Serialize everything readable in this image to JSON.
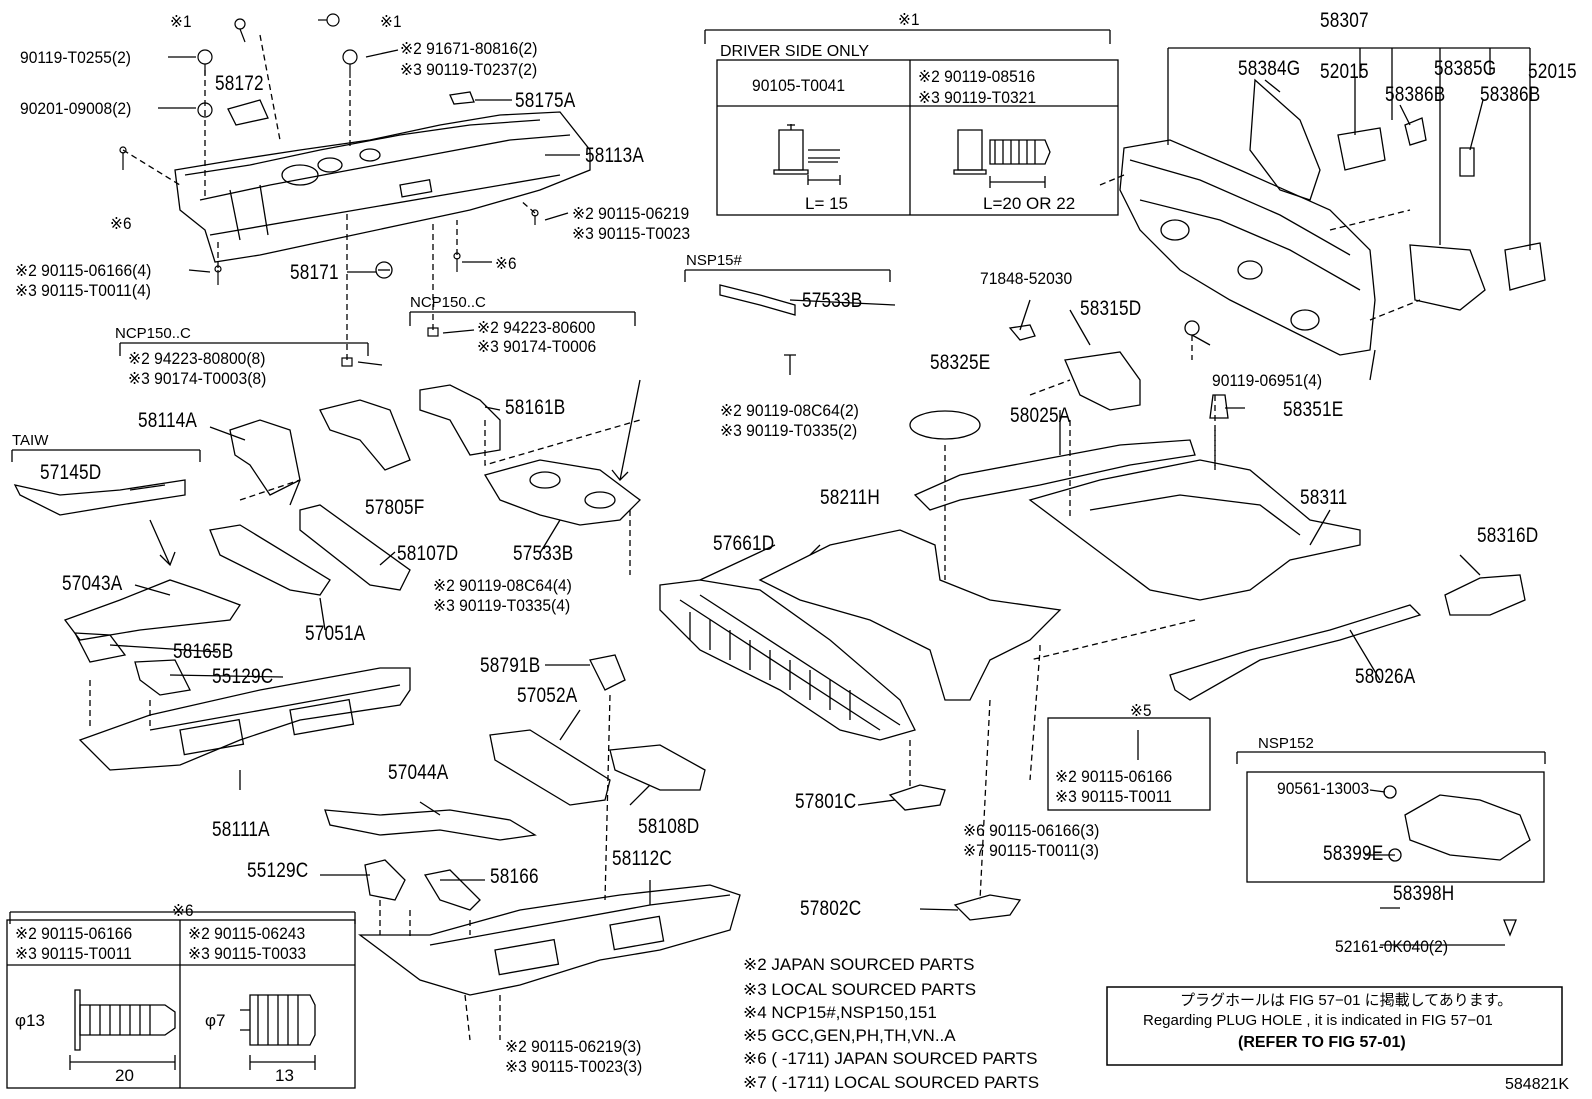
{
  "diagram_id": "584821K",
  "part_labels": {
    "p58307": "58307",
    "p58384G": "58384G",
    "p52015a": "52015",
    "p58385G": "58385G",
    "p52015b": "52015",
    "p58386Ba": "58386B",
    "p58386Bb": "58386B",
    "p58172": "58172",
    "p58175A": "58175A",
    "p58113A": "58113A",
    "p58171": "58171",
    "p57533Ba": "57533B",
    "p57533Bb": "57533B",
    "p58315D": "58315D",
    "p58325E": "58325E",
    "p58025A": "58025A",
    "p58351E": "58351E",
    "p58161B": "58161B",
    "p58114A": "58114A",
    "p57805F": "57805F",
    "p57145D": "57145D",
    "p58107D": "58107D",
    "p57043A": "57043A",
    "p57051A": "57051A",
    "p58165B": "58165B",
    "p55129Ca": "55129C",
    "p58211H": "58211H",
    "p57661D": "57661D",
    "p58311": "58311",
    "p58316D": "58316D",
    "p58026A": "58026A",
    "p58791B": "58791B",
    "p57052A": "57052A",
    "p57044A": "57044A",
    "p58108D": "58108D",
    "p58111A": "58111A",
    "p57801C": "57801C",
    "p55129Cb": "55129C",
    "p58166": "58166",
    "p58112C": "58112C",
    "p57802C": "57802C",
    "p58399E": "58399E",
    "p58398H": "58398H"
  },
  "fastener_labels": {
    "f1a": "※1",
    "f1b": "※1",
    "f90119T0255": "90119-T0255(2)",
    "f90201": "90201-09008(2)",
    "f91671": "※2 91671-80816(2)",
    "f90119T0237": "※3 90119-T0237(2)",
    "f6a": "※6",
    "f90115_06219": "※2 90115-06219",
    "f90115_T0023": "※3 90115-T0023",
    "f90115_06166_4": "※2 90115-06166(4)",
    "f90115_T0011_4": "※3 90115-T0011(4)",
    "f6b": "※6",
    "f94223_80600": "※2 94223-80600",
    "f90174_T0006": "※3 90174-T0006",
    "f94223_80800": "※2 94223-80800(8)",
    "f90174_T0003": "※3 90174-T0003(8)",
    "f90119_08C64_2": "※2 90119-08C64(2)",
    "f90119_T0335_2": "※3 90119-T0335(2)",
    "f71848": "71848-52030",
    "f90119_06951": "90119-06951(4)",
    "f90119_08C64_4": "※2 90119-08C64(4)",
    "f90119_T0335_4": "※3 90119-T0335(4)",
    "f5": "※5",
    "f90115_06166": "※2 90115-06166",
    "f90115_T0011": "※3 90115-T0011",
    "f6_90115_06166_3": "※6 90115-06166(3)",
    "f7_90115_T0011_3": "※7 90115-T0011(3)",
    "f90561": "90561-13003",
    "f52161": "52161-0K040(2)",
    "f90115_06219_3": "※2 90115-06219(3)",
    "f90115_T0023_3": "※3 90115-T0023(3)"
  },
  "group_labels": {
    "ncp150c_a": "NCP150..C",
    "ncp150c_b": "NCP150..C",
    "nsp15": "NSP15#",
    "taiw": "TAIW",
    "nsp152": "NSP152",
    "star1_top": "※1",
    "star6_bottom": "※6"
  },
  "bolt_table": {
    "title": "DRIVER SIDE ONLY",
    "col1_code": "90105-T0041",
    "col2_code_a": "※2 90119-08516",
    "col2_code_b": "※3 90119-T0321",
    "col1_dim": "L= 15",
    "col2_dim": "L=20 OR 22"
  },
  "screw_table": {
    "left_a": "※2 90115-06166",
    "left_b": "※3 90115-T0011",
    "right_a": "※2 90115-06243",
    "right_b": "※3 90115-T0033",
    "left_dia": "φ13",
    "left_len": "20",
    "right_dia": "φ7",
    "right_len": "13"
  },
  "legend": [
    "※2  JAPAN SOURCED PARTS",
    "※3  LOCAL SOURCED PARTS",
    "※4  NCP15#,NSP150,151",
    "※5  GCC,GEN,PH,TH,VN..A",
    "※6 (       -1711) JAPAN SOURCED PARTS",
    "※7 (       -1711) LOCAL SOURCED PARTS"
  ],
  "plug_note": {
    "jp": "プラグホールは FIG 57−01 に掲載してあります。",
    "en": "Regarding  PLUG  HOLE , it is indicated in  FIG  57−01",
    "ref": "(REFER  TO  FIG 57-01)"
  }
}
